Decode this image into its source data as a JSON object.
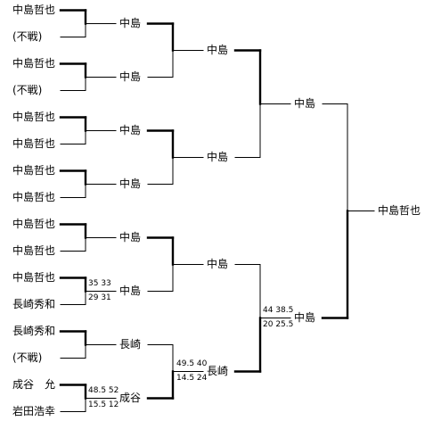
{
  "entrants": [
    "中島哲也",
    "(不戦)",
    "中島哲也",
    "(不戦)",
    "中島哲也",
    "中島哲也",
    "中島哲也",
    "中島哲也",
    "中島哲也",
    "中島哲也",
    "中島哲也",
    "長崎秀和",
    "長崎秀和",
    "(不戦)",
    "成谷　允",
    "岩田浩幸"
  ],
  "round1_winners": [
    "中島",
    "中島",
    "中島",
    "中島",
    "中島",
    "中島",
    "長崎",
    "成谷"
  ],
  "round2_winners": [
    "中島",
    "中島",
    "中島",
    "長崎"
  ],
  "round3_winners": [
    "中島",
    "中島"
  ],
  "champion": "中島哲也",
  "scores": {
    "r1_m6_top": "35 33",
    "r1_m6_bottom": "29 31",
    "r1_m8_top": "48.5 52",
    "r1_m8_bottom": "15.5 12",
    "r2_m4_top": "49.5 40",
    "r2_m4_bottom": "14.5 24",
    "r3_m2_top": "44 38.5",
    "r3_m2_bottom": "20 25.5"
  }
}
